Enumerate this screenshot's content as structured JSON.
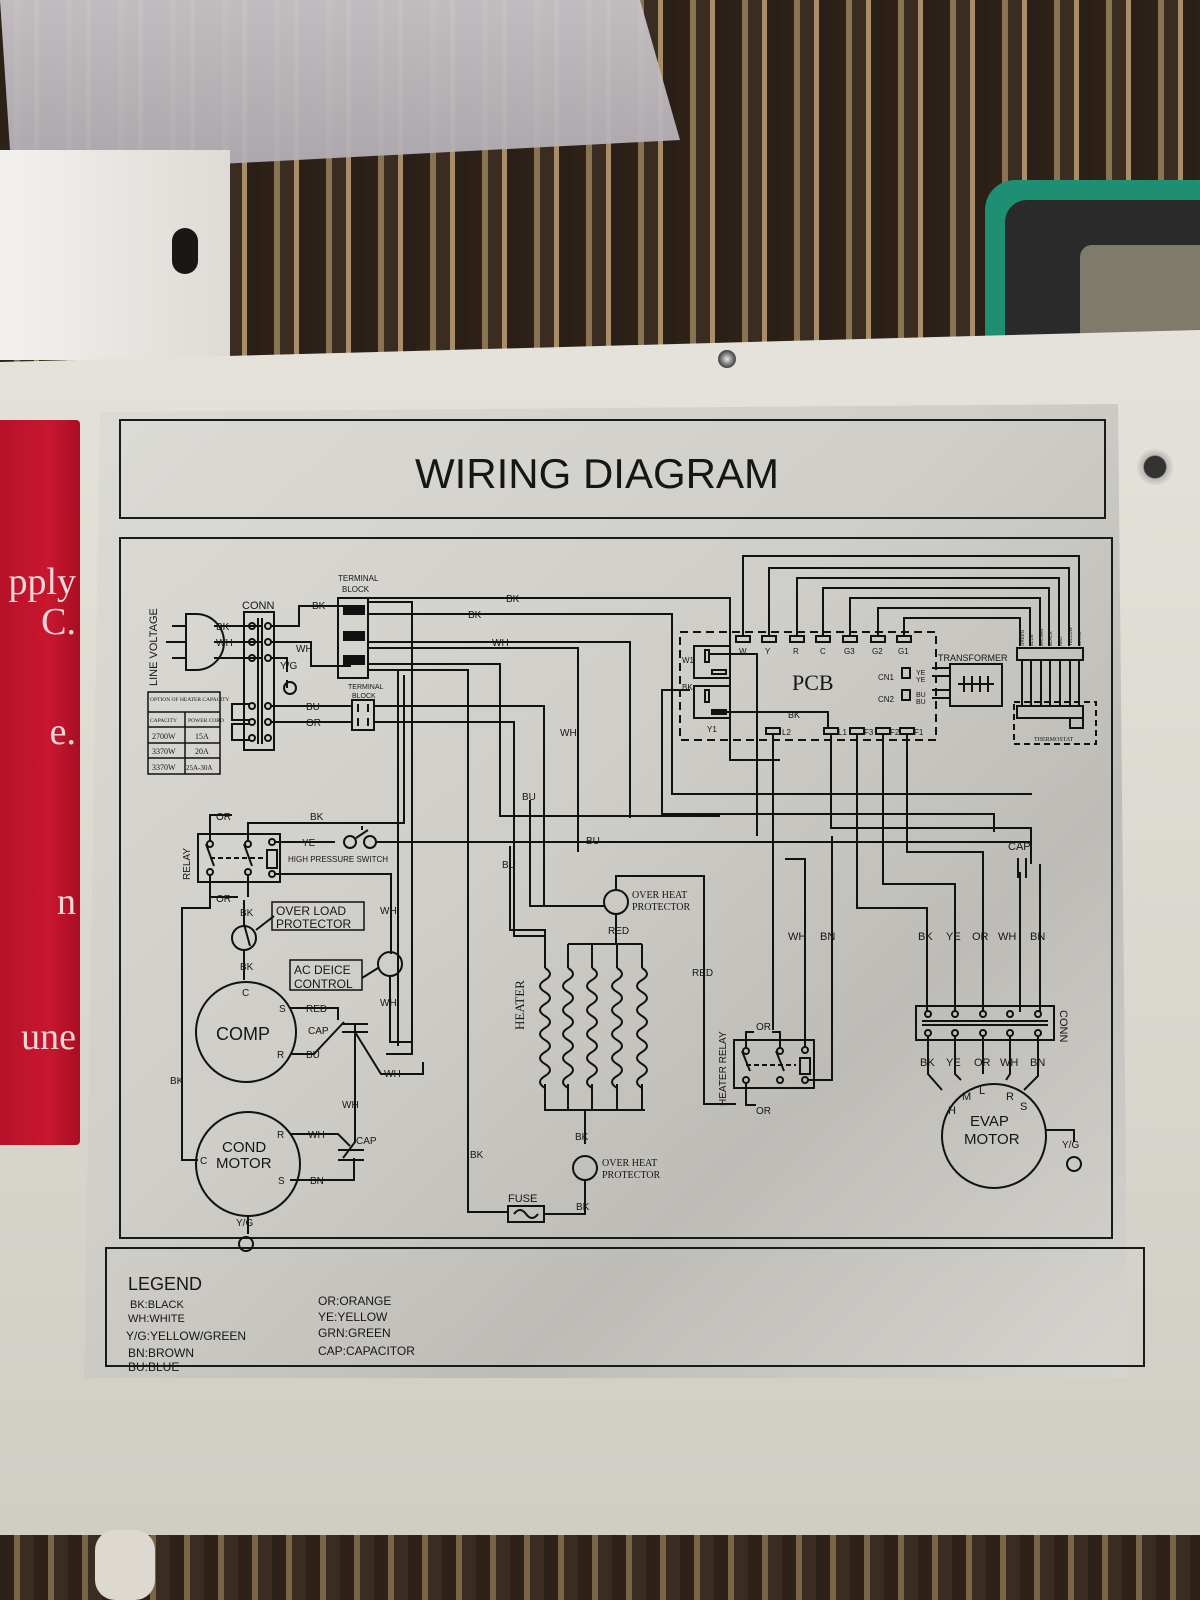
{
  "background": {
    "red_label_fragments": [
      "pply",
      "C.",
      "e.",
      "n",
      "une"
    ]
  },
  "diagram": {
    "title": "WIRING DIAGRAM",
    "line_voltage": "LINE VOLTAGE",
    "conn": "CONN",
    "terminal_block": [
      "TERMINAL",
      "BLOCK"
    ],
    "wire_labels": {
      "bk": "BK",
      "wh": "WH",
      "yg": "Y/G",
      "bu": "BU",
      "or": "OR",
      "ye": "YE",
      "red": "RED",
      "bn": "BN"
    },
    "heater_table": {
      "title": "OPTION OF HEATER CAPACITY",
      "headers": [
        "CAPACITY",
        "POWER CORD"
      ],
      "rows": [
        [
          "2700W",
          "15A"
        ],
        [
          "3370W",
          "20A"
        ],
        [
          "3370W",
          "25A-30A"
        ]
      ]
    },
    "pcb": {
      "label": "PCB",
      "top_terminals": [
        "W",
        "Y",
        "R",
        "C",
        "G3",
        "G2",
        "G1"
      ],
      "bottom_terminals": [
        "L2",
        "L1",
        "F3",
        "F2",
        "F1"
      ],
      "relays": [
        "W1",
        "Y1"
      ],
      "connectors": [
        "CN1",
        "CN2"
      ],
      "cn1_wires": [
        "YE",
        "YE"
      ],
      "cn2_wires": [
        "BU",
        "BU"
      ]
    },
    "transformer": "TRANSFORMER",
    "thermostat": "THERMOSTAT",
    "thermostat_wires": [
      "GREEN",
      "BLUE",
      "BROWN",
      "BLACK",
      "RED",
      "YELLOW",
      "WHITE"
    ],
    "relay": "RELAY",
    "high_pressure_switch": "HIGH PRESSURE SWITCH",
    "overload_protector": [
      "OVER LOAD",
      "PROTECTOR"
    ],
    "ac_deice_control": [
      "AC DEICE",
      "CONTROL"
    ],
    "comp": {
      "label": "COMP",
      "terminals": [
        "C",
        "S",
        "R"
      ]
    },
    "cap": "CAP",
    "cond_motor": {
      "label": [
        "COND",
        "MOTOR"
      ],
      "terminals": [
        "C",
        "R",
        "S"
      ]
    },
    "heater": "HEATER",
    "over_heat_protector": [
      "OVER HEAT",
      "PROTECTOR"
    ],
    "fuse": "FUSE",
    "heater_relay": "HEATER RELAY",
    "evap_conn_wires": [
      "BK",
      "YE",
      "OR",
      "WH",
      "BN"
    ],
    "evap_motor": {
      "label": [
        "EVAP",
        "MOTOR"
      ],
      "terminals": [
        "H",
        "M",
        "L",
        "R",
        "S"
      ]
    },
    "legend": {
      "title": "LEGEND",
      "left": [
        "BK:BLACK",
        "WH:WHITE",
        "Y/G:YELLOW/GREEN",
        "BN:BROWN",
        "BU:BLUE"
      ],
      "right": [
        "OR:ORANGE",
        "YE:YELLOW",
        "GRN:GREEN",
        "CAP:CAPACITOR"
      ]
    }
  }
}
